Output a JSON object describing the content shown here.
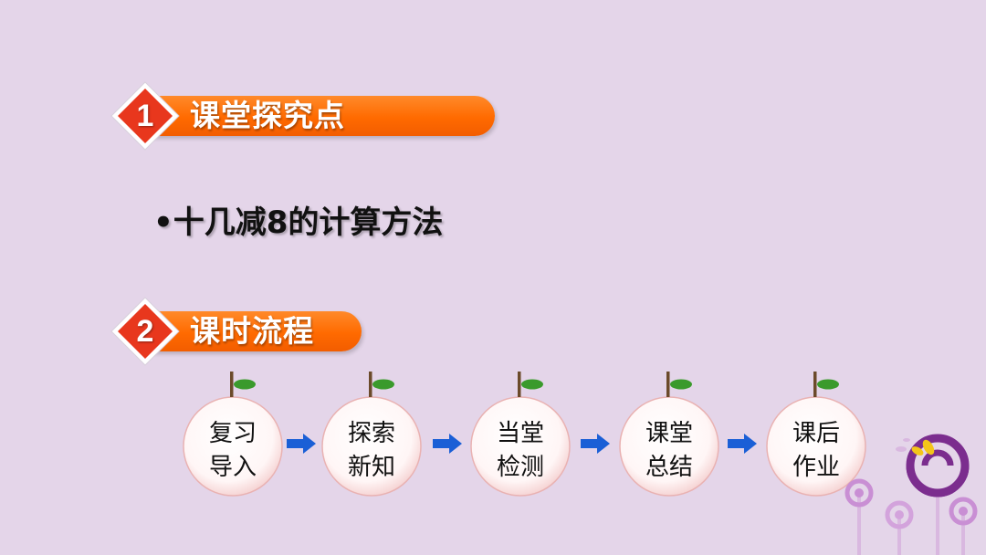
{
  "section1": {
    "number": "1",
    "title": "课堂探究点"
  },
  "topic": {
    "text": "•十几减8的计算方法"
  },
  "section2": {
    "number": "2",
    "title": "课时流程"
  },
  "flow": {
    "steps": [
      {
        "line1": "复习",
        "line2": "导入"
      },
      {
        "line1": "探索",
        "line2": "新知"
      },
      {
        "line1": "当堂",
        "line2": "检测"
      },
      {
        "line1": "课堂",
        "line2": "总结"
      },
      {
        "line1": "课后",
        "line2": "作业"
      }
    ]
  },
  "colors": {
    "background": "#e4d5e9",
    "banner_orange": "#ff6a00",
    "badge_red": "#e8371d",
    "arrow_blue": "#1a5fd6",
    "leaf_green": "#3a9a2c",
    "deco_purple": "#7b2d8e",
    "deco_yellow": "#f3c51a"
  }
}
